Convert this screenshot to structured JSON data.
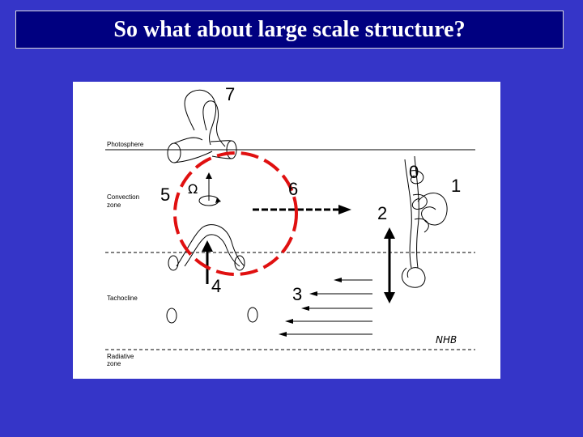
{
  "title": "So what about large scale structure?",
  "layers": {
    "photosphere": "Photosphere",
    "convection": "Convection",
    "convection_zone": "zone",
    "tachocline": "Tachocline",
    "radiative": "Radiative",
    "radiative_zone": "zone"
  },
  "numbers": [
    "7",
    "6",
    "5",
    "4",
    "3",
    "2",
    "0",
    "1"
  ],
  "omega": "Ω",
  "signature": "NHB",
  "colors": {
    "background": "#3535c8",
    "title_bg": "#000080",
    "circle": "#e01010"
  }
}
